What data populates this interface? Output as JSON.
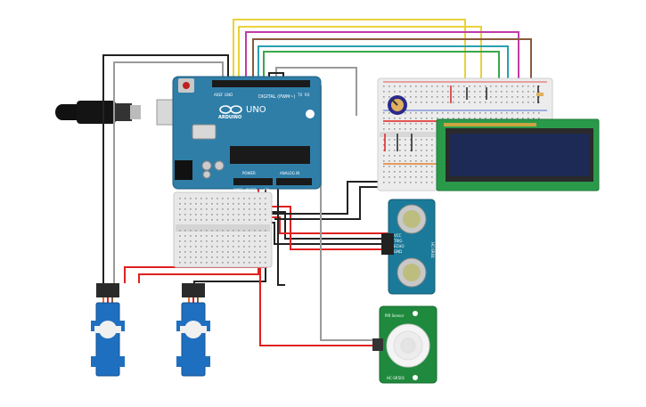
{
  "arduino": {
    "brand": "ARDUINO",
    "model": "UNO",
    "digital_label": "DIGITAL (PWM~)",
    "power_label": "POWER",
    "analog_label": "ANALOG IN",
    "aref_label": "AREF",
    "gnd_label": "GND",
    "reset_label": "RESET",
    "vin_label": "VIN",
    "ioref_label": "IOREF",
    "tx_label": "TX",
    "rx_label": "RX",
    "color": "#2f7ea8"
  },
  "ultrasonic": {
    "name": "HC-SR04",
    "pins": [
      "VCC",
      "TRIG",
      "ECHO",
      "GND"
    ],
    "color": "#1b7a99"
  },
  "pir": {
    "top_label": "PIR Sensor",
    "bottom_label": "HC-SR501",
    "color": "#1f8a3e"
  },
  "lcd": {
    "color": "#2a9a4a",
    "screen_color": "#1c2a55"
  },
  "servos": [
    {
      "color": "#1f6fc0"
    },
    {
      "color": "#1f6fc0"
    }
  ],
  "wire_colors": {
    "red": "#e02020",
    "black": "#222222",
    "gray": "#9a9a9a",
    "yellow": "#e8d23a",
    "green": "#3aa84a",
    "magenta": "#c23aa8",
    "brown": "#8a5a3a",
    "teal": "#2aa0b0"
  }
}
